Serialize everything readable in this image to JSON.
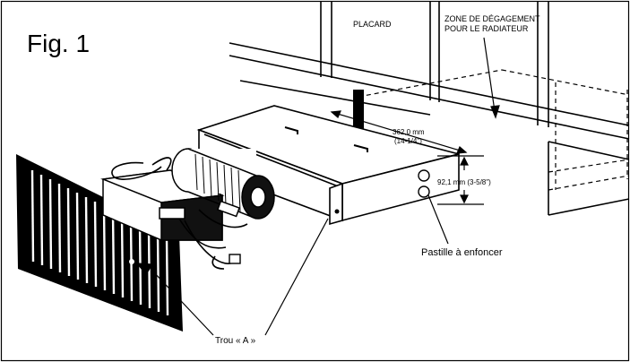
{
  "figure_title": "Fig. 1",
  "labels": {
    "placard": "PLACARD",
    "clearance_line1": "ZONE DE DÉGAGEMENT",
    "clearance_line2": "POUR LE RADIATEUR",
    "depth_mm": "362,0 mm",
    "depth_in": "(14-1/4\")",
    "height_dim": "92,1 mm (3-5/8\")",
    "knockout": "Pastille à enfoncer",
    "hole_a": "Trou « A »"
  },
  "colors": {
    "ink": "#000000",
    "paper": "#ffffff"
  }
}
